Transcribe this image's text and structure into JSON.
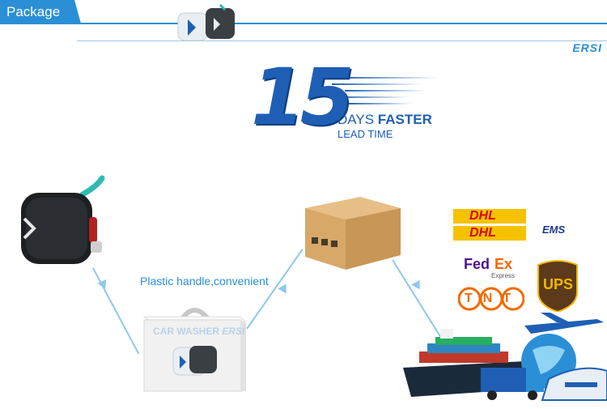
{
  "header": {
    "title": "Package",
    "brand": "ERSI",
    "accent": "#2b8fd6"
  },
  "promo": {
    "number": "15",
    "days": "DAYS",
    "faster": "FASTER",
    "lead_time": "LEAD TIME"
  },
  "callout": {
    "plastic_handle": "Plastic handle,convenient"
  },
  "box": {
    "label": "CAR WASHER",
    "brand": "ERSI"
  },
  "carriers": {
    "dhl_1": "DHL",
    "dhl_2": "DHL",
    "ems": "EMS",
    "fedex_fed": "Fed",
    "fedex_ex": "Ex",
    "fedex_express": "Express",
    "tnt": "TNT",
    "ups": "UPS"
  },
  "icons": [
    "car-washer-product-image",
    "cardboard-box-image",
    "ship-image",
    "airplane-image",
    "truck-image",
    "train-image",
    "globe-image"
  ]
}
